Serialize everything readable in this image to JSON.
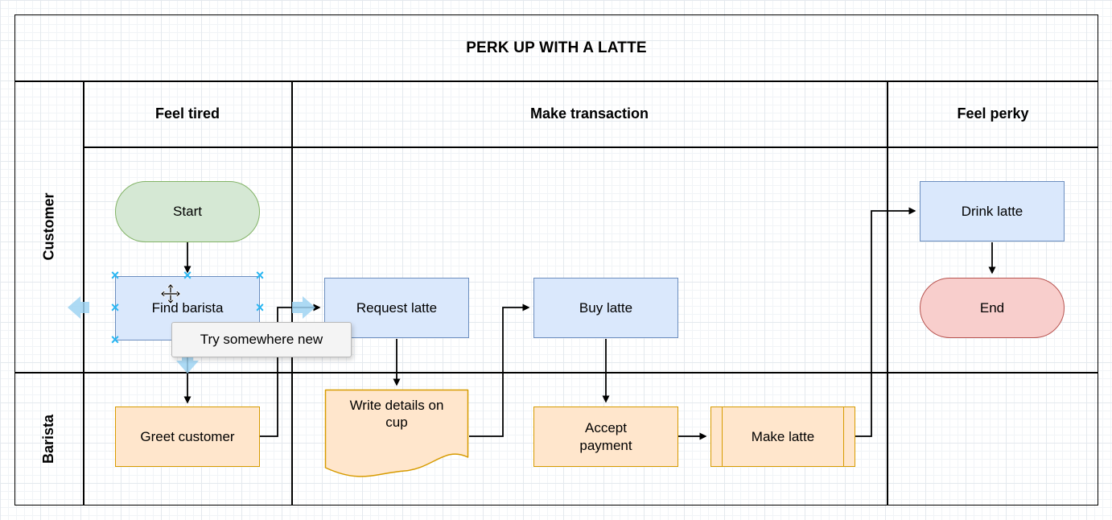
{
  "diagram": {
    "title": "PERK UP WITH A LATTE",
    "phases": [
      {
        "label": "Feel tired"
      },
      {
        "label": "Make transaction"
      },
      {
        "label": "Feel perky"
      }
    ],
    "lanes": [
      {
        "label": "Customer"
      },
      {
        "label": "Barista"
      }
    ],
    "nodes": {
      "start": {
        "label": "Start",
        "shape": "terminator",
        "lane": "Customer",
        "phase": "Feel tired",
        "fill": "#d5e8d4",
        "stroke": "#82b366"
      },
      "find_barista": {
        "label": "Find barista",
        "shape": "process",
        "lane": "Customer",
        "phase": "Feel tired",
        "fill": "#dae8fc",
        "stroke": "#6c8ebf",
        "selected": true
      },
      "request_latte": {
        "label": "Request latte",
        "shape": "process",
        "lane": "Customer",
        "phase": "Make transaction",
        "fill": "#dae8fc",
        "stroke": "#6c8ebf"
      },
      "buy_latte": {
        "label": "Buy latte",
        "shape": "process",
        "lane": "Customer",
        "phase": "Make transaction",
        "fill": "#dae8fc",
        "stroke": "#6c8ebf"
      },
      "drink_latte": {
        "label": "Drink latte",
        "shape": "process",
        "lane": "Customer",
        "phase": "Feel perky",
        "fill": "#dae8fc",
        "stroke": "#6c8ebf"
      },
      "end": {
        "label": "End",
        "shape": "terminator",
        "lane": "Customer",
        "phase": "Feel perky",
        "fill": "#f8cecc",
        "stroke": "#b85450"
      },
      "greet_customer": {
        "label": "Greet customer",
        "shape": "process",
        "lane": "Barista",
        "phase": "Feel tired",
        "fill": "#ffe6cc",
        "stroke": "#d79b00"
      },
      "write_details": {
        "label": "Write details on cup",
        "shape": "document",
        "lane": "Barista",
        "phase": "Make transaction",
        "fill": "#ffe6cc",
        "stroke": "#d79b00"
      },
      "accept_payment": {
        "label": "Accept payment",
        "shape": "process",
        "lane": "Barista",
        "phase": "Make transaction",
        "fill": "#ffe6cc",
        "stroke": "#d79b00"
      },
      "make_latte": {
        "label": "Make latte",
        "shape": "subprocess",
        "lane": "Barista",
        "phase": "Make transaction",
        "fill": "#ffe6cc",
        "stroke": "#d79b00"
      }
    },
    "edges": [
      {
        "from": "start",
        "to": "find_barista"
      },
      {
        "from": "find_barista",
        "to": "greet_customer"
      },
      {
        "from": "greet_customer",
        "to": "request_latte"
      },
      {
        "from": "request_latte",
        "to": "write_details"
      },
      {
        "from": "write_details",
        "to": "buy_latte"
      },
      {
        "from": "buy_latte",
        "to": "accept_payment"
      },
      {
        "from": "accept_payment",
        "to": "make_latte"
      },
      {
        "from": "make_latte",
        "to": "drink_latte"
      },
      {
        "from": "drink_latte",
        "to": "end"
      }
    ],
    "edge_color": "#000000"
  },
  "selection": {
    "selected_node": "find_barista",
    "tooltip": "Try somewhere new",
    "handle_glyph": "×",
    "handle_color": "#29b6f2",
    "hint_arrow_color": "#9fd4f3"
  }
}
